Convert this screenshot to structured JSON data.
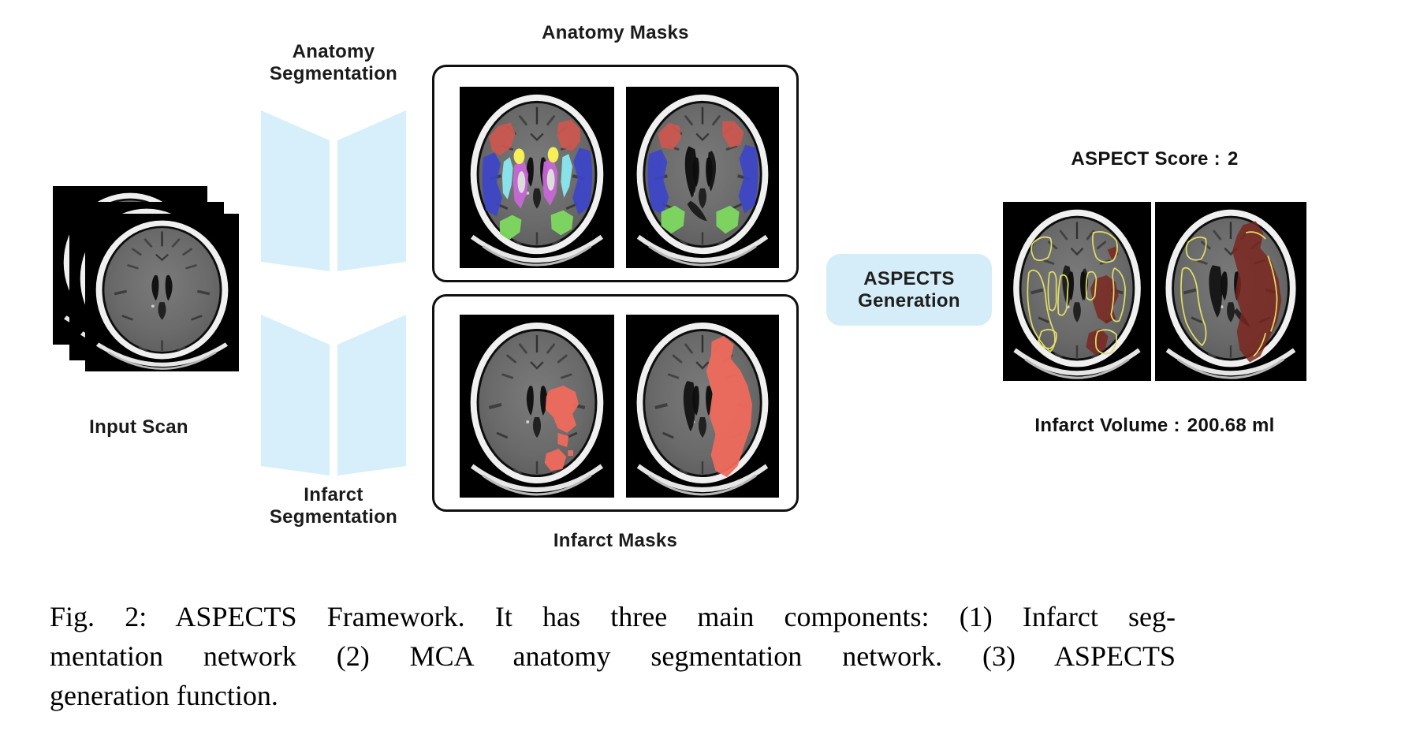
{
  "figure": {
    "input_scan": {
      "label": "Input Scan"
    },
    "anatomy_network": {
      "label_line1": "Anatomy",
      "label_line2": "Segmentation"
    },
    "infarct_network": {
      "label_line1": "Infarct",
      "label_line2": "Segmentation"
    },
    "anatomy_masks_title": "Anatomy Masks",
    "infarct_masks_title": "Infarct Masks",
    "aspects_button": {
      "label_line1": "ASPECTS",
      "label_line2": "Generation"
    },
    "output": {
      "score_label": "ASPECT Score :",
      "score_value": "2",
      "volume_label": "Infarct Volume :",
      "volume_value": "200.68 ml"
    },
    "mask_colors": {
      "anatomy_red": "#cd574e",
      "anatomy_blue": "#3c45cb",
      "anatomy_green": "#7ed95f",
      "anatomy_cyan": "#8ae8ef",
      "anatomy_magenta": "#c766d6",
      "anatomy_yellow": "#f6ef55",
      "anatomy_white": "#dcdcdc",
      "infarct_red": "#ee6a5c",
      "aspects_outline_yellow": "#dfdf66",
      "aspects_infarct_maroon": "#7b241c",
      "network_blue": "#d6effa",
      "button_blue": "#d5edf8"
    }
  },
  "caption": {
    "line1": "Fig. 2: ASPECTS Framework. It has three main components: (1) Infarct seg-",
    "line2": "mentation network (2) MCA anatomy segmentation network. (3) ASPECTS",
    "line3": "generation function."
  }
}
